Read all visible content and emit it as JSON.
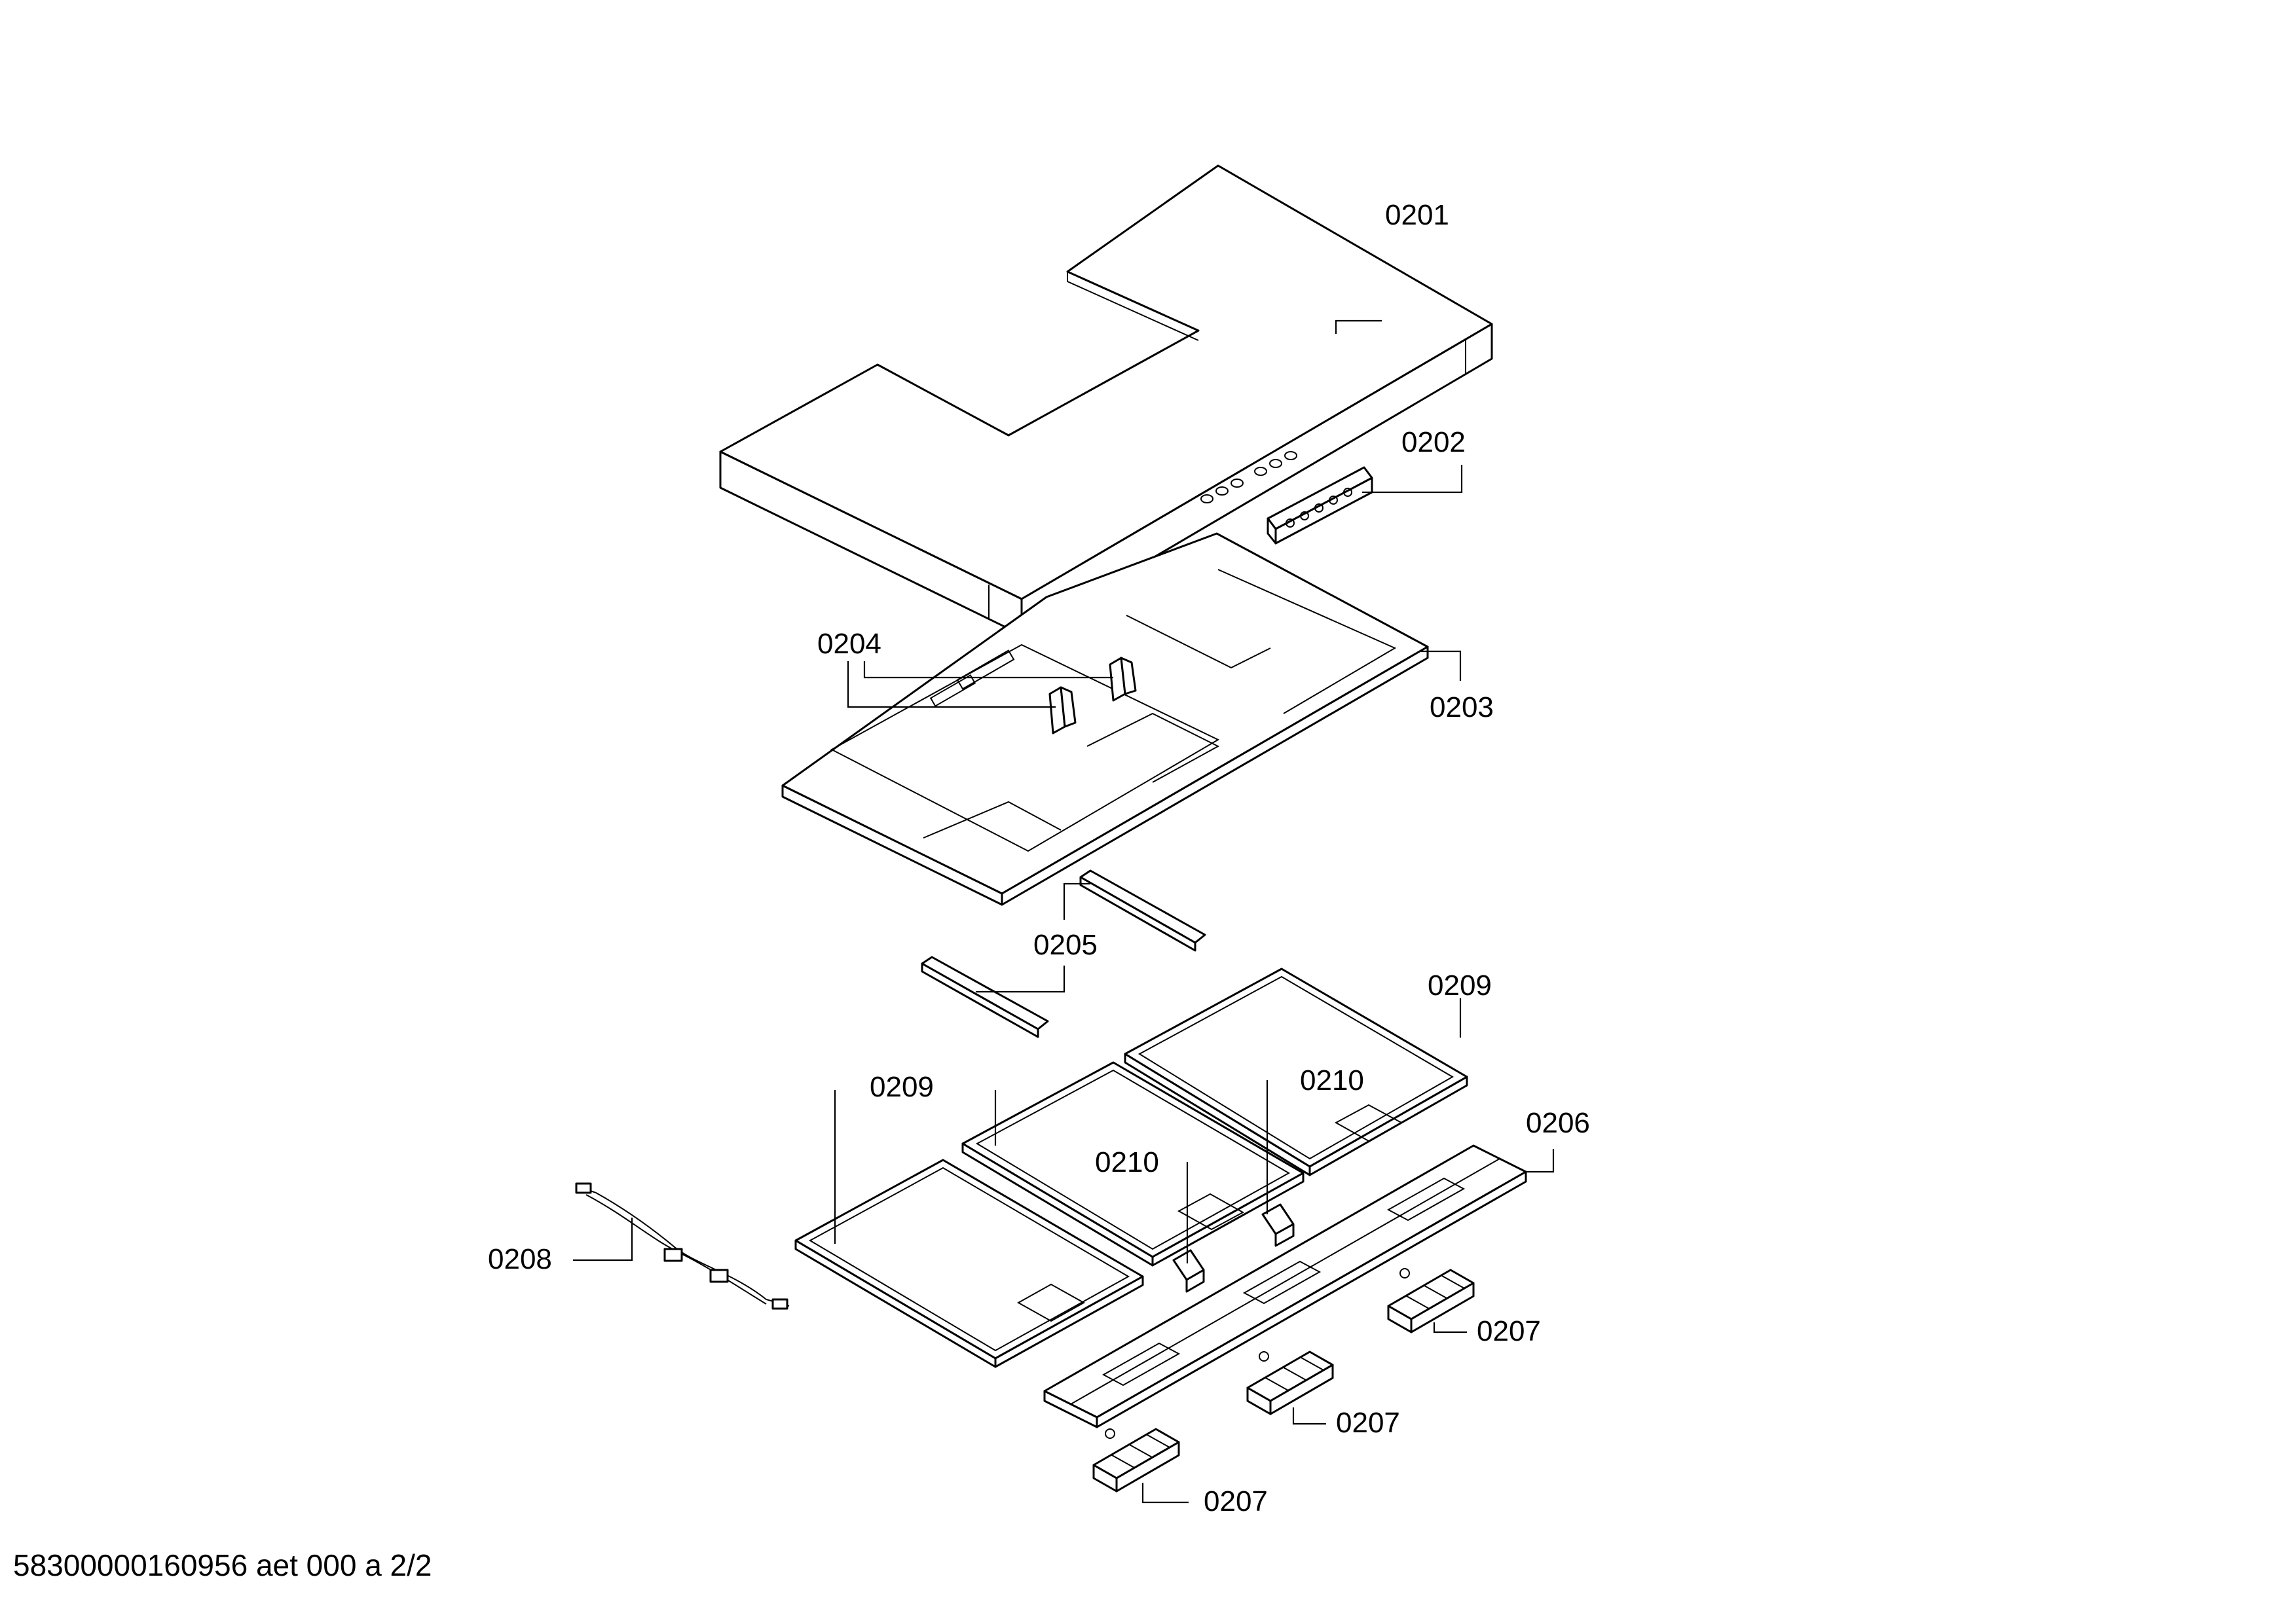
{
  "labels": {
    "l0201": "0201",
    "l0202": "0202",
    "l0203": "0203",
    "l0204": "0204",
    "l0205": "0205",
    "l0209a": "0209",
    "l0209b": "0209",
    "l0210a": "0210",
    "l0210b": "0210",
    "l0206": "0206",
    "l0208": "0208",
    "l0207a": "0207",
    "l0207b": "0207",
    "l0207c": "0207"
  },
  "footer": "58300000160956 aet 000 a 2/2"
}
